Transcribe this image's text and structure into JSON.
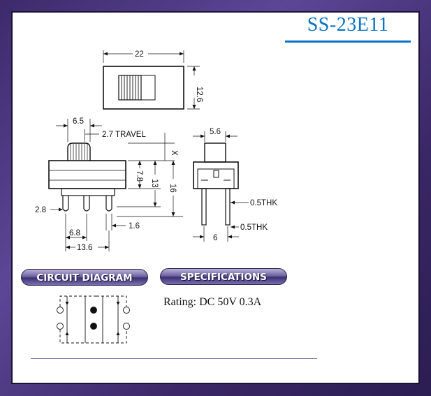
{
  "title": "SS-23E11",
  "dims": {
    "width_22": "22",
    "height_12_6": "12.6",
    "d6_5": "6.5",
    "travel": "2.7 TRAVEL",
    "x_label": "X",
    "d7_8": "7.8",
    "d13": "13",
    "d16": "16",
    "d2_8": "2.8",
    "d1_6": "1.6",
    "d6_8": "6.8",
    "d13_6": "13.6",
    "d5_6": "5.6",
    "thk_top": "0.5THK",
    "thk_bottom": "0.5THK",
    "d6": "6"
  },
  "sections": {
    "circuit_diagram": "CIRCUIT DIAGRAM",
    "specifications": "SPECIFICATIONS"
  },
  "rating": "Rating: DC 50V 0.3A",
  "colors": {
    "title_blue": "#0a73c4",
    "frame_purple": "#4a3a85",
    "pill_purple": "#4b3f85"
  }
}
